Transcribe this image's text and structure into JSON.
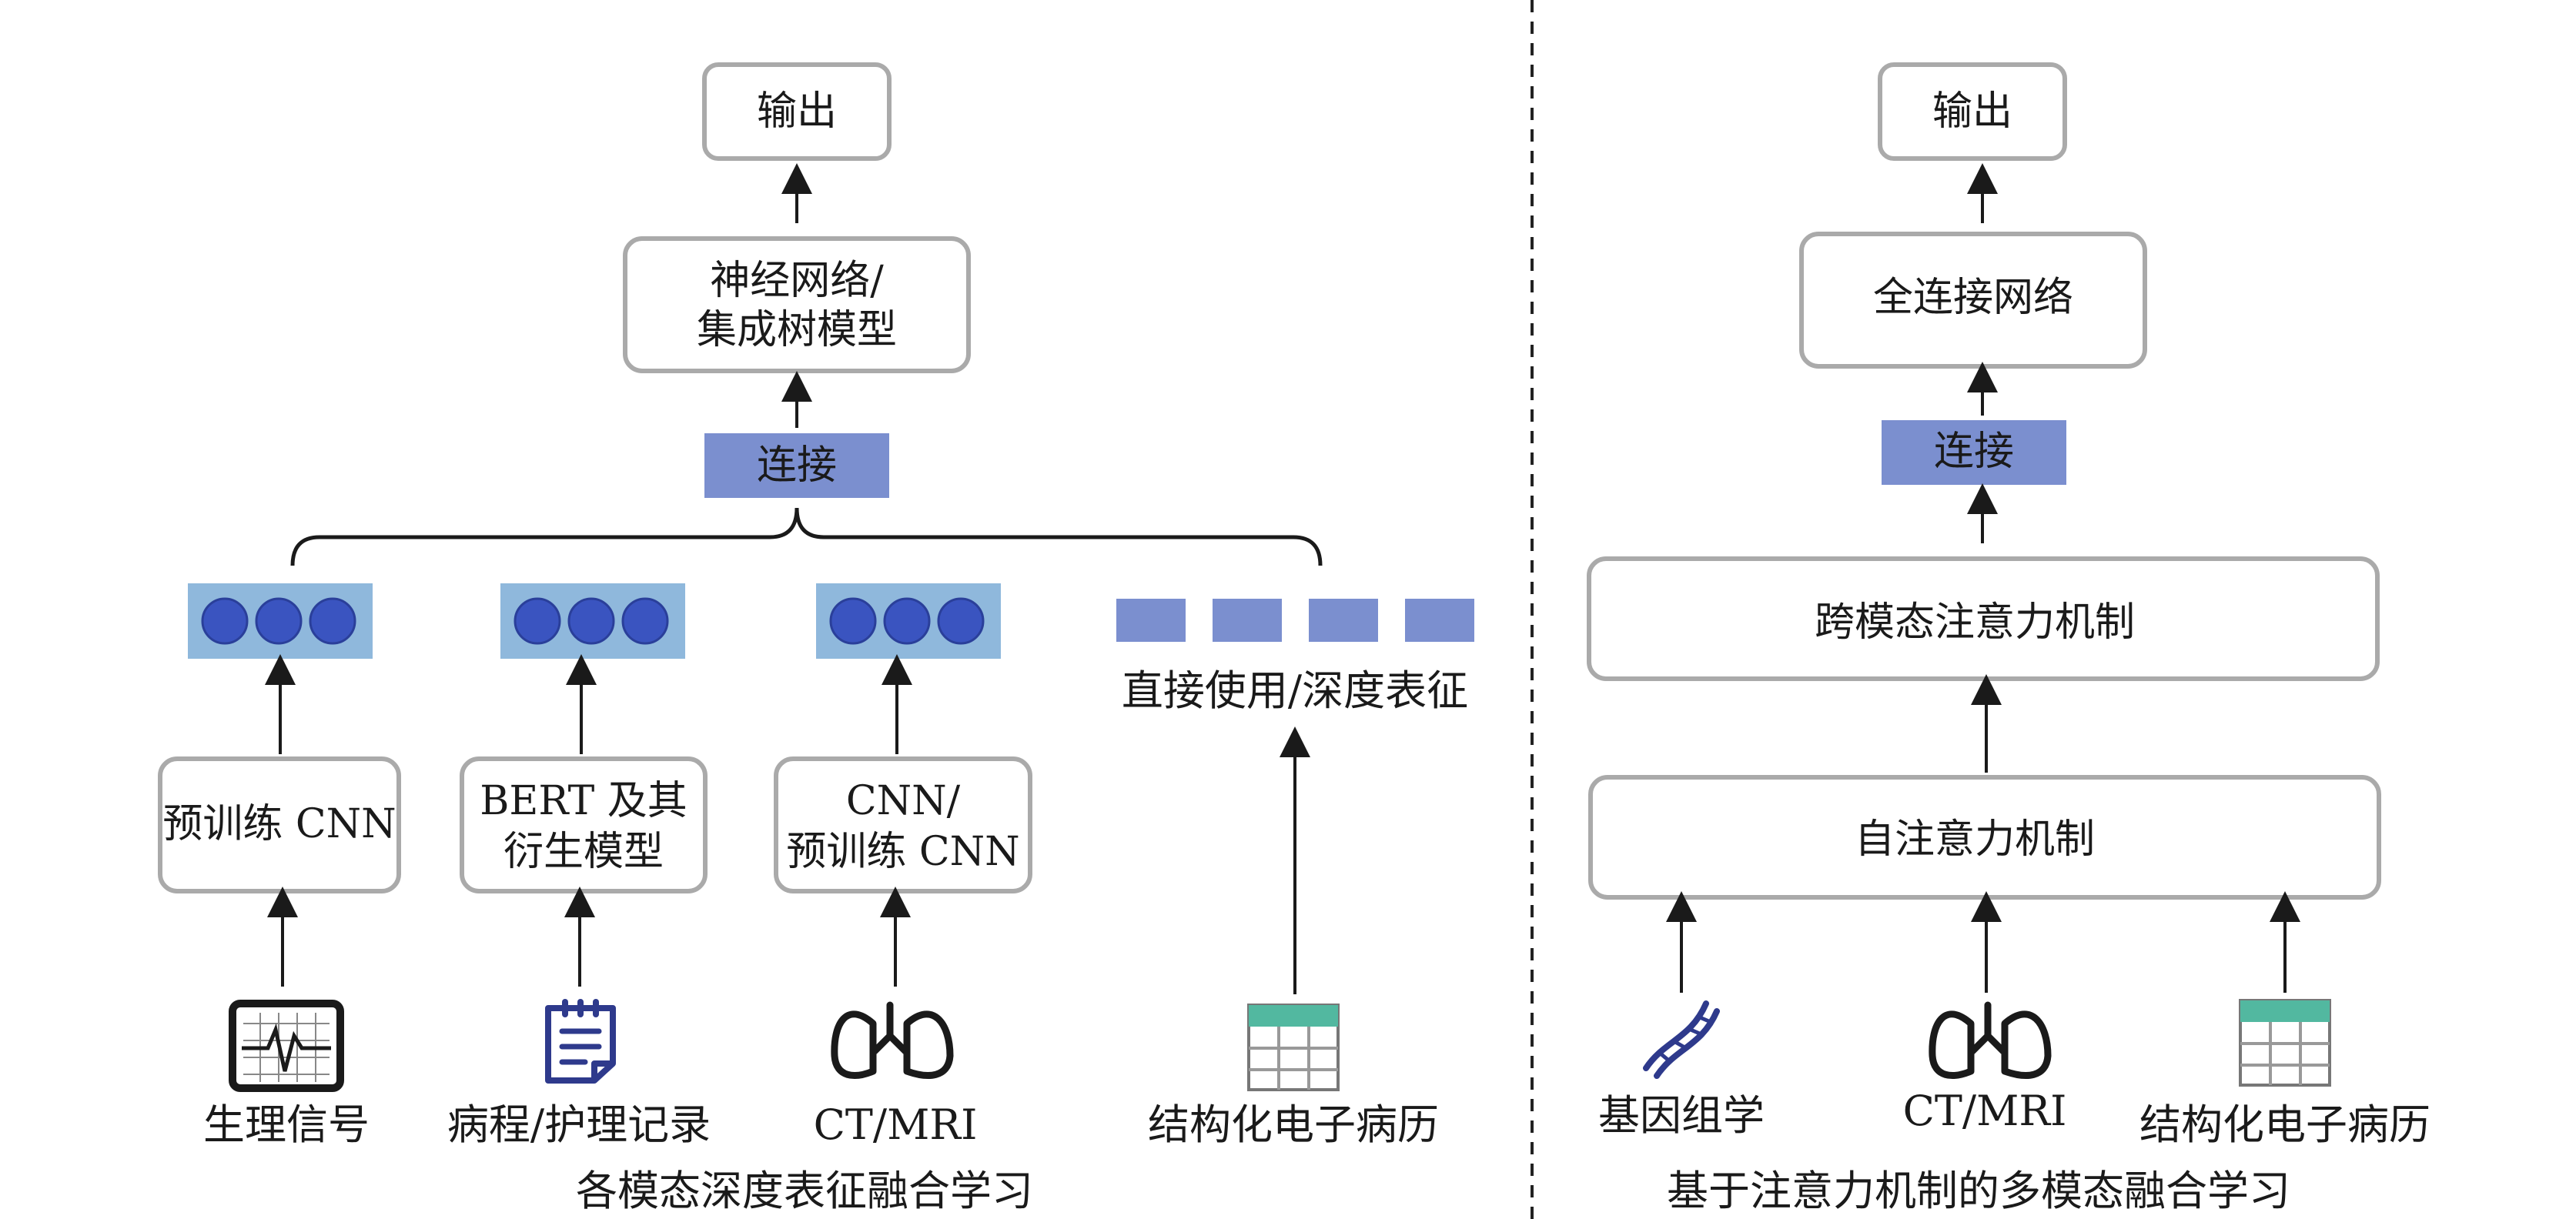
{
  "left": {
    "output": "输出",
    "model_line1": "神经网络/",
    "model_line2": "集成树模型",
    "concat": "连接",
    "encoders": [
      {
        "line1": "预训练 CNN",
        "line2": ""
      },
      {
        "line1": "BERT 及其",
        "line2": "衍生模型"
      },
      {
        "line1": "CNN/",
        "line2": "预训练 CNN"
      }
    ],
    "direct_label": "直接使用/深度表征",
    "modalities": [
      "生理信号",
      "病程/护理记录",
      "CT/MRI",
      "结构化电子病历"
    ],
    "caption": "各模态深度表征融合学习"
  },
  "right": {
    "output": "输出",
    "fc": "全连接网络",
    "concat": "连接",
    "cross_attention": "跨模态注意力机制",
    "self_attention": "自注意力机制",
    "modalities": [
      "基因组学",
      "CT/MRI",
      "结构化电子病历"
    ],
    "caption": "基于注意力机制的多模态融合学习"
  },
  "colors": {
    "box_border": "#aaaaaa",
    "concat_fill": "#7b8fcf",
    "feature_bg": "#8fb8dc",
    "feature_dot": "#3a54c0",
    "emr_header": "#52b8a0"
  },
  "icons": [
    "ecg-monitor-icon",
    "clipboard-notes-icon",
    "lungs-icon",
    "spreadsheet-icon",
    "dna-icon"
  ]
}
